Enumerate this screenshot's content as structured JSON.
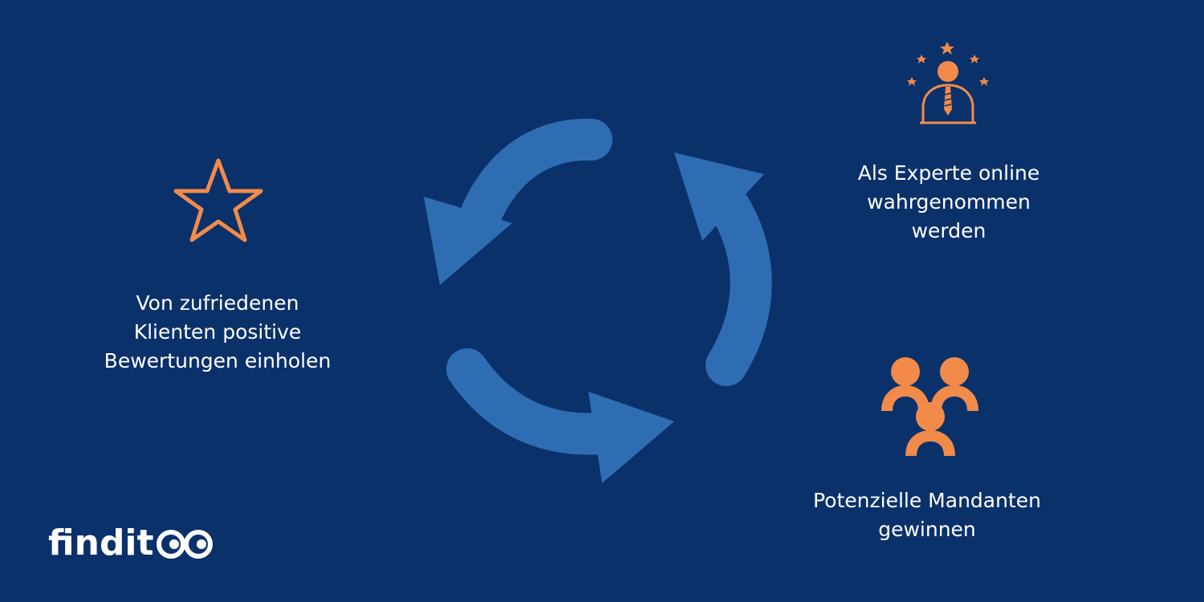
{
  "colors": {
    "background": "#0b316b",
    "arrows": "#2f6db3",
    "icons": "#f28b4a",
    "text": "#ffffff"
  },
  "steps": [
    {
      "icon": "star-icon",
      "text": "Von zufriedenen\nKlienten positive\nBewertungen einholen"
    },
    {
      "icon": "expert-person-icon",
      "text": "Als Experte online\nwahrgenommen\nwerden"
    },
    {
      "icon": "group-people-icon",
      "text": "Potenzielle Mandanten\ngewinnen"
    }
  ],
  "logo": {
    "text": "findit"
  }
}
